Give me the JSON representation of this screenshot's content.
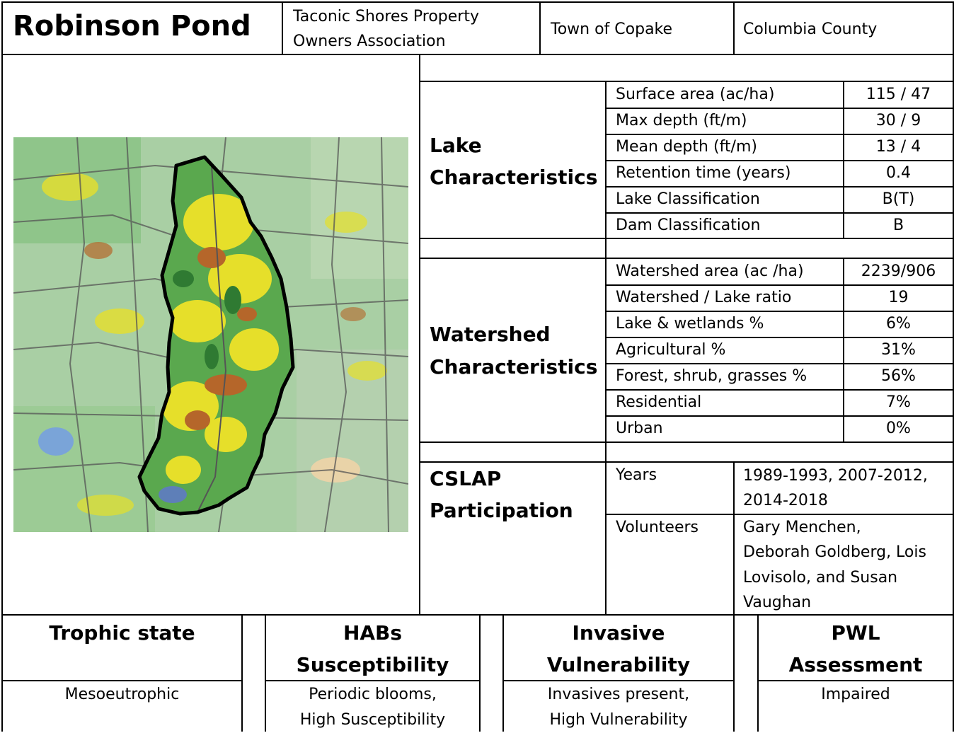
{
  "header": {
    "title": "Robinson Pond",
    "association": [
      "Taconic Shores Property",
      "Owners Association"
    ],
    "town": "Town of Copake",
    "county": "Columbia County"
  },
  "map": {
    "description_icon": "watershed-map-image",
    "colors": {
      "background": "#a9cfa4",
      "watershed": "#5aa84e",
      "agriculture": "#e6df2a",
      "developed": "#b5662a",
      "roads": "#555555",
      "boundary": "#000000"
    }
  },
  "lake": {
    "heading": [
      "Lake",
      "Characteristics"
    ],
    "rows": [
      {
        "label": "Surface area (ac/ha)",
        "value": "115 / 47"
      },
      {
        "label": "Max depth (ft/m)",
        "value": "30 / 9"
      },
      {
        "label": "Mean depth (ft/m)",
        "value": "13 / 4"
      },
      {
        "label": "Retention time (years)",
        "value": "0.4"
      },
      {
        "label": "Lake Classification",
        "value": "B(T)"
      },
      {
        "label": "Dam Classification",
        "value": "B"
      }
    ]
  },
  "watershed": {
    "heading": [
      "Watershed",
      "Characteristics"
    ],
    "rows": [
      {
        "label": "Watershed area (ac /ha)",
        "value": "2239/906"
      },
      {
        "label": "Watershed / Lake ratio",
        "value": "19"
      },
      {
        "label": "Lake & wetlands %",
        "value": "6%"
      },
      {
        "label": "Agricultural %",
        "value": "31%"
      },
      {
        "label": "Forest, shrub, grasses %",
        "value": "56%"
      },
      {
        "label": "Residential",
        "value": "7%"
      },
      {
        "label": "Urban",
        "value": "0%"
      }
    ]
  },
  "cslap": {
    "heading": [
      "CSLAP",
      "Participation"
    ],
    "years_label": "Years",
    "years_value": [
      "1989-1993, 2007-2012,",
      "2014-2018"
    ],
    "volunteers_label": "Volunteers",
    "volunteers_value": [
      "Gary Menchen,",
      "Deborah Goldberg, Lois",
      "Lovisolo, and Susan",
      "Vaughan"
    ]
  },
  "assessments": [
    {
      "heading": [
        "Trophic state"
      ],
      "value": [
        "Mesoeutrophic"
      ]
    },
    {
      "heading": [
        "HABs",
        "Susceptibility"
      ],
      "value": [
        "Periodic blooms,",
        "High Susceptibility"
      ]
    },
    {
      "heading": [
        "Invasive",
        "Vulnerability"
      ],
      "value": [
        "Invasives present,",
        "High Vulnerability"
      ]
    },
    {
      "heading": [
        "PWL",
        "Assessment"
      ],
      "value": [
        "Impaired"
      ]
    }
  ]
}
